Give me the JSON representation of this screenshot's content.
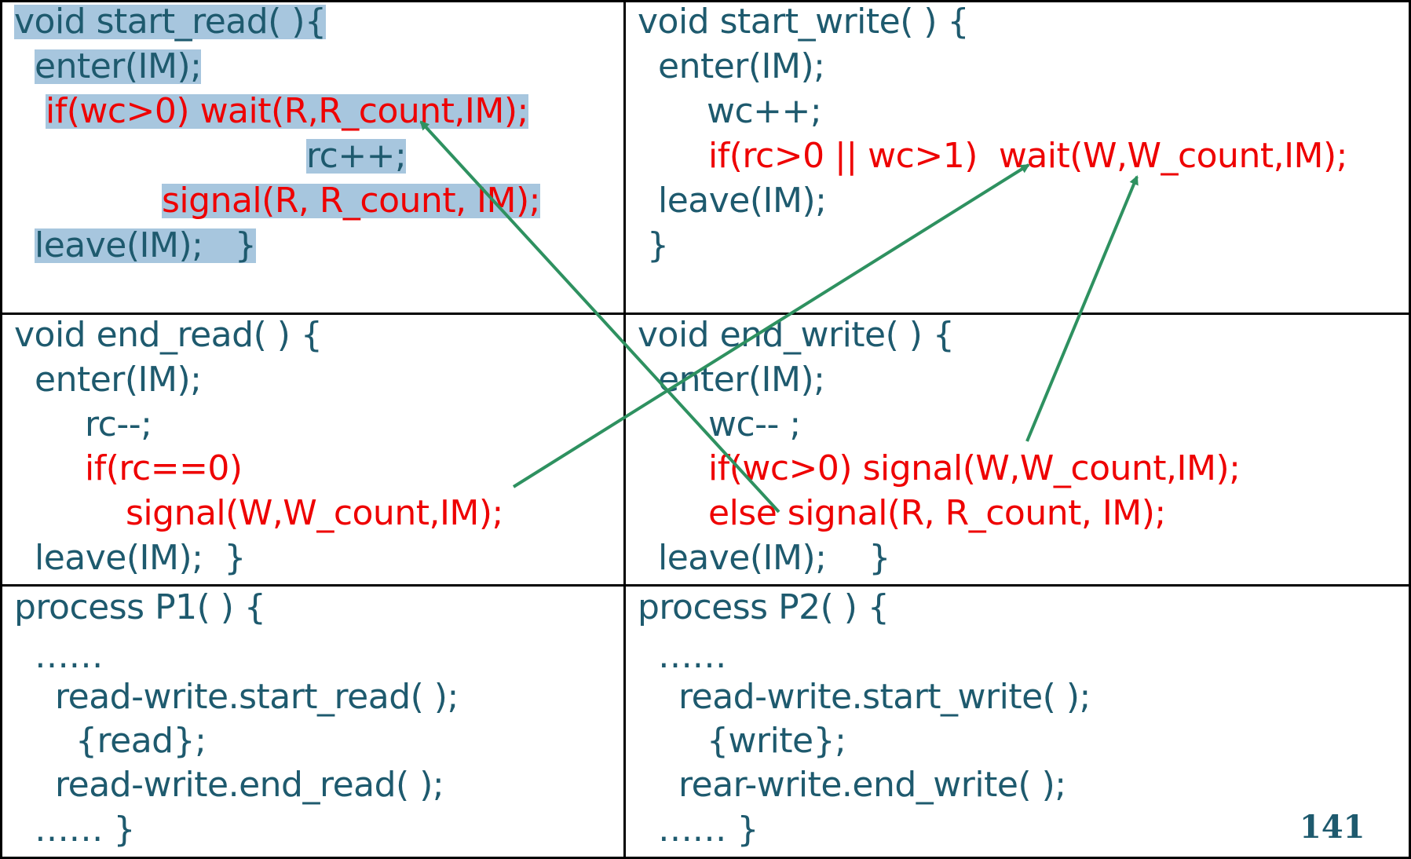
{
  "colors": {
    "code": "#1e5a6e",
    "highlight_code": "#ee0000",
    "selection": "#a7c6de",
    "arrow": "#2e9160",
    "grid": "#000000"
  },
  "cells": {
    "start_read": [
      "void start_read( ){",
      "enter(IM);",
      "if(wc>0) wait(R,R_count,IM);",
      "rc++;",
      "signal(R, R_count, IM);",
      "leave(IM);   }"
    ],
    "start_write": [
      "void start_write( ) {",
      "enter(IM);",
      "wc++;",
      "if(rc>0 || wc>1)  wait(W,W_count,IM);",
      "leave(IM);",
      "}"
    ],
    "end_read": [
      "void end_read( ) {",
      "enter(IM);",
      "rc--;",
      "if(rc==0)",
      "signal(W,W_count,IM);",
      "leave(IM);  }"
    ],
    "end_write": [
      "void end_write( ) {",
      "enter(IM);",
      "wc-- ;",
      "if(wc>0) signal(W,W_count,IM);",
      "else signal(R, R_count, IM);",
      "leave(IM);    }"
    ],
    "p1": [
      "process P1( ) {",
      "……",
      "read-write.start_read( );",
      "{read};",
      "read-write.end_read( );",
      "…… }"
    ],
    "p2": [
      "process P2( ) {",
      "……",
      "read-write.start_write( );",
      "{write};",
      "rear-write.end_write( );",
      "…… }"
    ]
  },
  "page_number": "141"
}
